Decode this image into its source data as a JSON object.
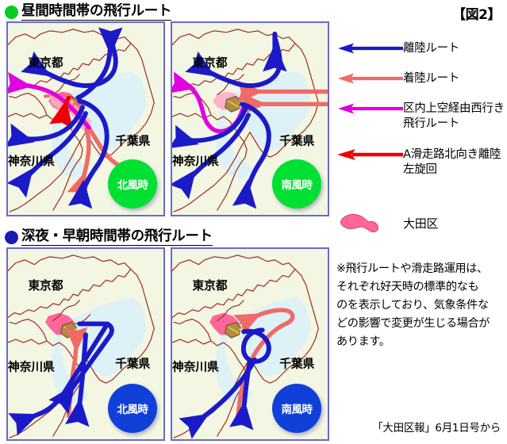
{
  "figure_label": "【図2】",
  "sections": [
    {
      "bullet_color": "#00cc22",
      "title": "昼間時間帯の飛行ルート",
      "panels": [
        {
          "badge": "北風時",
          "badge_color": "#00e033"
        },
        {
          "badge": "南風時",
          "badge_color": "#00e033"
        }
      ]
    },
    {
      "bullet_color": "#1a1ab8",
      "title": "深夜・早朝時間帯の飛行ルート",
      "panels": [
        {
          "badge": "北風時",
          "badge_color": "#1040d8"
        },
        {
          "badge": "南風時",
          "badge_color": "#1040d8"
        }
      ]
    }
  ],
  "map_labels": {
    "tokyo": "東京都",
    "chiba": "千葉県",
    "kanagawa": "神奈川県"
  },
  "legend": {
    "items": [
      {
        "color": "#1a1ac8",
        "label": "離陸ルート"
      },
      {
        "color": "#f06a66",
        "label": "着陸ルート"
      },
      {
        "color": "#e000e0",
        "label": "区内上空経由西行き\n飛行ルート"
      },
      {
        "color": "#ee0000",
        "label": " A滑走路北向き離陸\n左旋回"
      }
    ],
    "area": {
      "color": "#ff6699",
      "label": "大田区"
    }
  },
  "note": "※飛行ルートや滑走路運用は、\nそれぞれ好天時の標準的なも\nのを表示しており、気象条件な\nどの影響で変更が生じる場合が\nあります。",
  "source": "「大田区報」6月1日号から",
  "colors": {
    "panel_border": "#6a6acc",
    "land": "#f2f6e3",
    "bay": "#ddf1f6",
    "coast": "#a03020",
    "ota": "#ff6699",
    "airport": "#b08a4a"
  }
}
